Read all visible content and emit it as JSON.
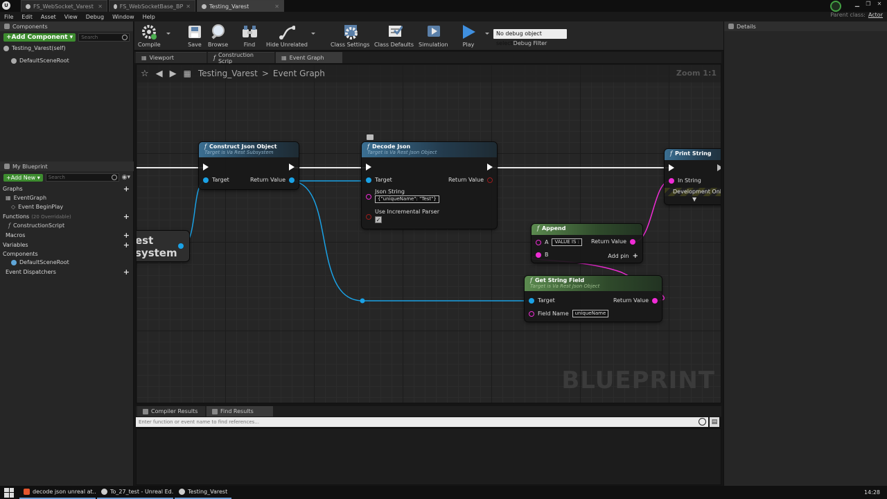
{
  "window": {
    "tabs": [
      {
        "label": "FS_WebSocket_Varest"
      },
      {
        "label": "FS_WebSocketBase_BP"
      },
      {
        "label": "Testing_Varest"
      }
    ],
    "parent_class_label": "Parent class:",
    "parent_class_value": "Actor"
  },
  "menu": [
    "File",
    "Edit",
    "Asset",
    "View",
    "Debug",
    "Window",
    "Help"
  ],
  "components_panel": {
    "title": "Components",
    "add_button": "+Add Component ▾",
    "search_placeholder": "Search",
    "items": [
      "Testing_Varest(self)",
      "DefaultSceneRoot"
    ]
  },
  "my_blueprint": {
    "title": "My Blueprint",
    "add_new": "+Add New ▾",
    "search_placeholder": "Search",
    "graphs_label": "Graphs",
    "event_graph": "EventGraph",
    "event_begin_play": "Event BeginPlay",
    "functions_label": "Functions",
    "functions_note": "(20 Overridable)",
    "construction_script": "ConstructionScript",
    "macros_label": "Macros",
    "variables_label": "Variables",
    "components_label": "Components",
    "default_scene_root": "DefaultSceneRoot",
    "event_dispatchers_label": "Event Dispatchers"
  },
  "toolbar": {
    "compile": "Compile",
    "save": "Save",
    "browse": "Browse",
    "find": "Find",
    "hide_unrelated": "Hide Unrelated",
    "class_settings": "Class Settings",
    "class_defaults": "Class Defaults",
    "simulation": "Simulation",
    "play": "Play",
    "debug_select": "No debug object selected ▾",
    "debug_filter": "Debug Filter"
  },
  "graph_tabs": [
    {
      "label": "Viewport"
    },
    {
      "label": "Construction Scrip"
    },
    {
      "label": "Event Graph"
    }
  ],
  "graph": {
    "breadcrumb_root": "Testing_Varest",
    "breadcrumb_sep": ">",
    "breadcrumb_current": "Event Graph",
    "zoom": "Zoom 1:1",
    "watermark": "BLUEPRINT",
    "partial_node_line1": "est",
    "partial_node_line2": "system",
    "nodes": {
      "construct": {
        "title": "Construct Json Object",
        "subtitle": "Target is Va Rest Subsystem",
        "target": "Target",
        "return": "Return Value"
      },
      "decode": {
        "title": "Decode Json",
        "subtitle": "Target is Va Rest Json Object",
        "target": "Target",
        "return": "Return Value",
        "json_string_label": "Json String",
        "json_string_value": "{\"uniqueName\": \"Test\"}",
        "parser_label": "Use Incremental Parser"
      },
      "print": {
        "title": "Print String",
        "in_string": "In String",
        "dev_only": "Development Only"
      },
      "append": {
        "title": "Append",
        "a_label": "A",
        "a_value": "VALUE IS :",
        "b_label": "B",
        "return": "Return Value",
        "add_pin": "Add pin"
      },
      "get_string": {
        "title": "Get String Field",
        "subtitle": "Target is Va Rest Json Object",
        "target": "Target",
        "return": "Return Value",
        "field_label": "Field Name",
        "field_value": "uniqueName"
      }
    }
  },
  "bottom_tabs": [
    {
      "label": "Compiler Results"
    },
    {
      "label": "Find Results"
    }
  ],
  "find": {
    "placeholder": "Enter function or event name to find references..."
  },
  "details": {
    "title": "Details"
  },
  "taskbar": {
    "items": [
      {
        "label": "decode json unreal at..."
      },
      {
        "label": "To_27_test - Unreal Ed..."
      },
      {
        "label": "Testing_Varest"
      }
    ],
    "clock": "14:28"
  },
  "colors": {
    "exec": "#ffffff",
    "object_pin": "#1aa2e6",
    "string_pin": "#f02cd6",
    "function_header": "#3b6f92",
    "pure_header": "#5b8a4f"
  }
}
